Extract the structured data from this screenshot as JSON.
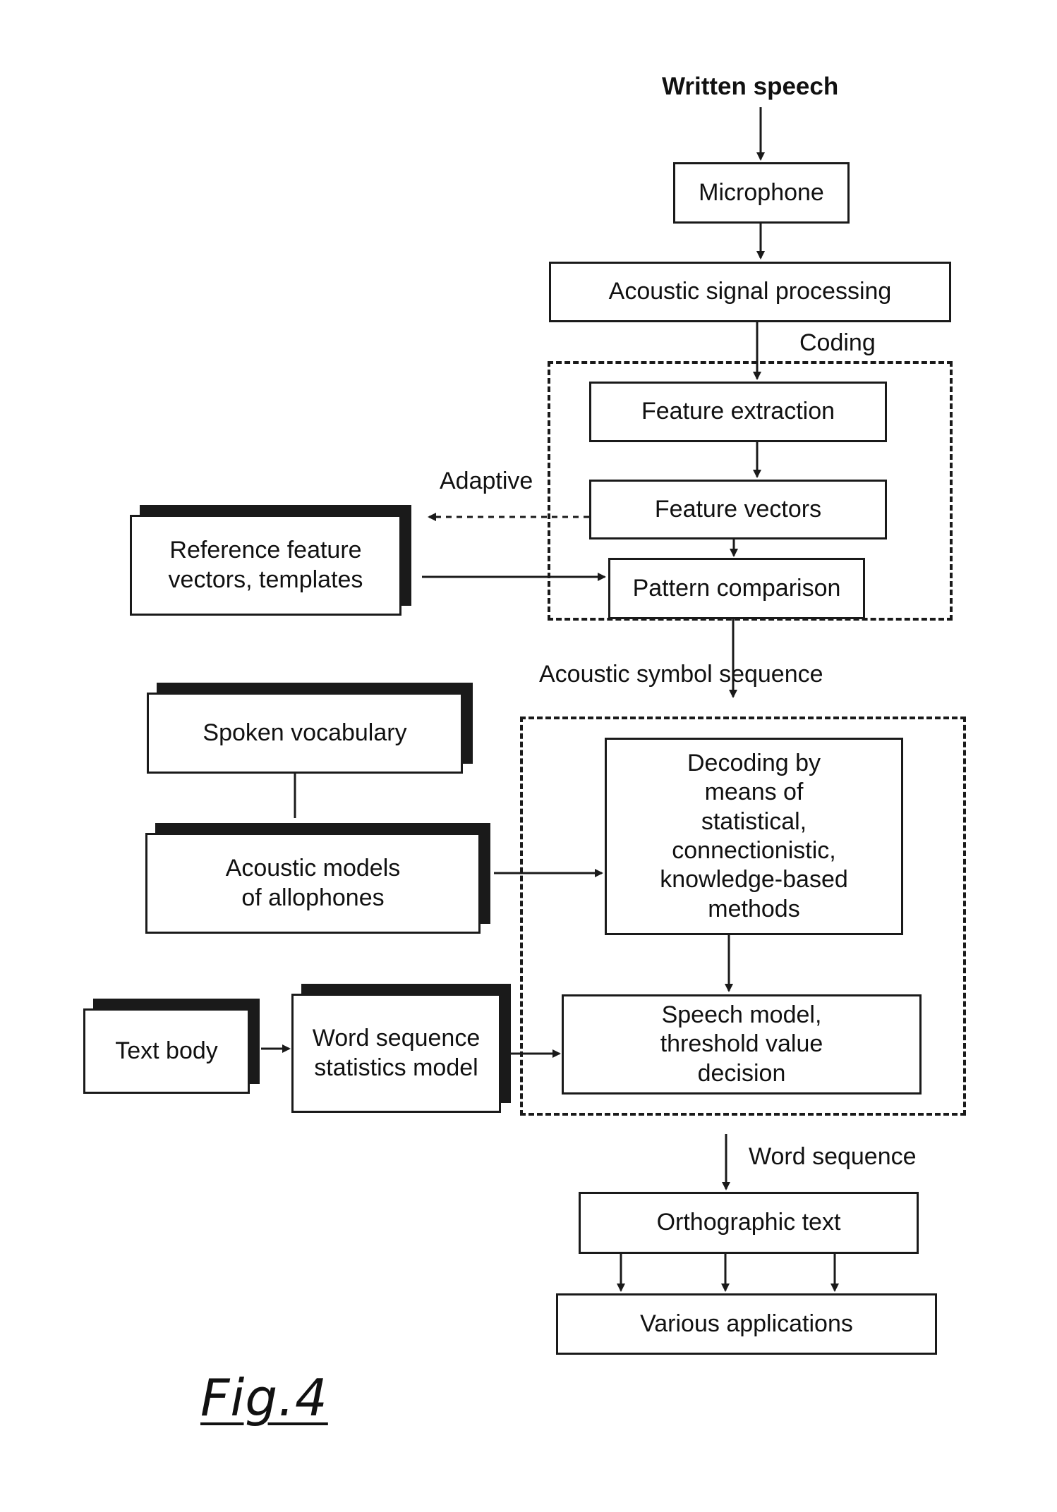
{
  "diagram": {
    "title": "Written speech",
    "labels": {
      "coding": "Coding",
      "adaptive": "Adaptive",
      "acoustic_symbol_sequence": "Acoustic symbol sequence",
      "word_sequence": "Word sequence"
    },
    "nodes": {
      "microphone": "Microphone",
      "acoustic_signal_processing": "Acoustic signal processing",
      "feature_extraction": "Feature extraction",
      "feature_vectors": "Feature vectors",
      "pattern_comparison": "Pattern comparison",
      "reference_feature_vectors": "Reference feature\nvectors, templates",
      "spoken_vocabulary": "Spoken vocabulary",
      "acoustic_models": "Acoustic models\nof allophones",
      "decoding": "Decoding by\nmeans of\nstatistical,\nconnectionistic,\nknowledge-based\nmethods",
      "text_body": "Text body",
      "word_sequence_statistics_model": "Word sequence\nstatistics model",
      "speech_model": "Speech model,\nthreshold value\ndecision",
      "orthographic_text": "Orthographic text",
      "various_applications": "Various applications"
    },
    "figure_label": "Fig.4"
  }
}
